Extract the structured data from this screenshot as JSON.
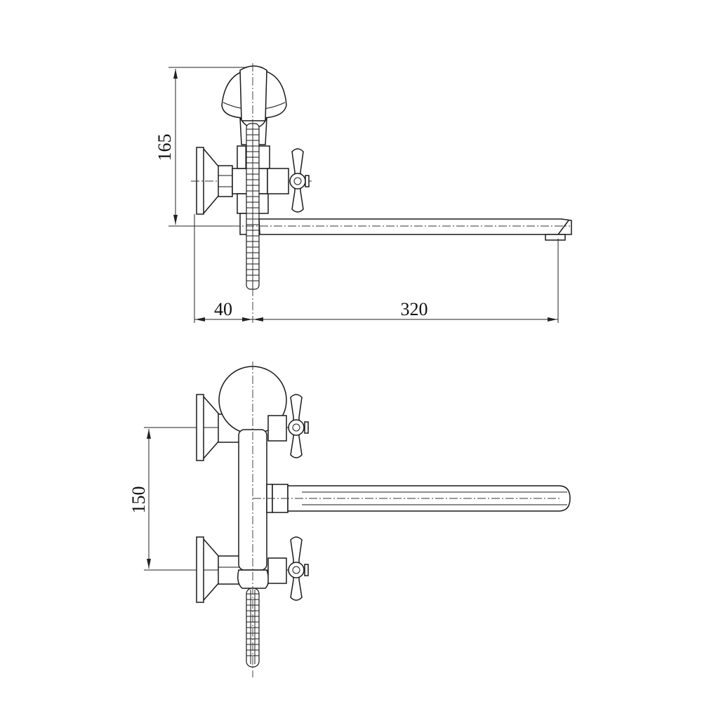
{
  "drawing": {
    "top_view": {
      "dimensions": {
        "height": "165",
        "wall_offset": "40",
        "spout_length": "320"
      }
    },
    "front_view": {
      "dimensions": {
        "inlet_spacing": "150"
      }
    },
    "line_color": "#1a1a1a",
    "background": "#ffffff"
  }
}
